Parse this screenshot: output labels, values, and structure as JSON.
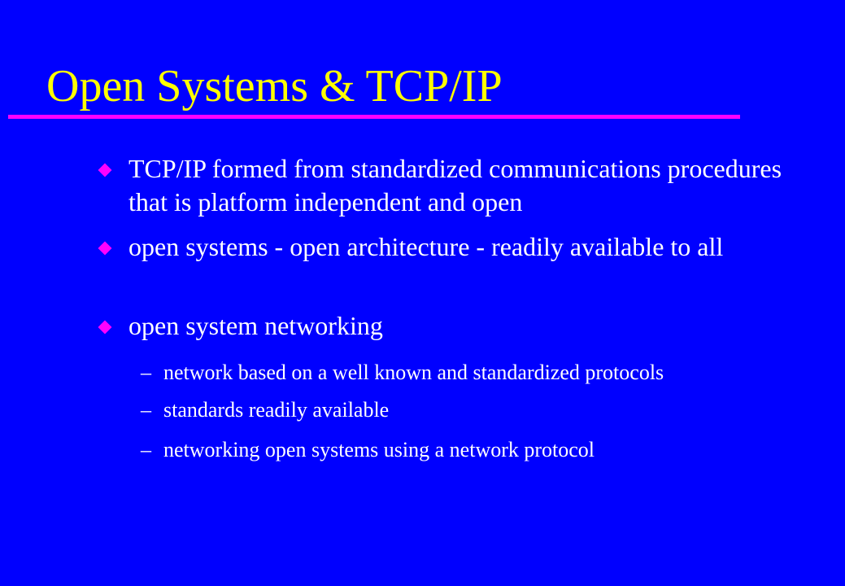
{
  "slide": {
    "title": "Open Systems & TCP/IP",
    "bullets": [
      {
        "text": "TCP/IP formed from standardized communications procedures that is platform independent and open"
      },
      {
        "text": "open systems - open architecture - readily available to all"
      },
      {
        "text": "open system networking"
      }
    ],
    "sub_bullets": [
      {
        "marker": "–",
        "text": "network based on a well known and standardized protocols"
      },
      {
        "marker": "–",
        "text": "standards readily available"
      },
      {
        "marker": "–",
        "text": "networking open systems using a network protocol"
      }
    ]
  },
  "colors": {
    "background": "#0000ff",
    "title": "#ffff00",
    "accent": "#ff00ff",
    "text": "#ffffff"
  },
  "icons": {
    "bullet": "magenta-diamond-bullet-icon"
  }
}
